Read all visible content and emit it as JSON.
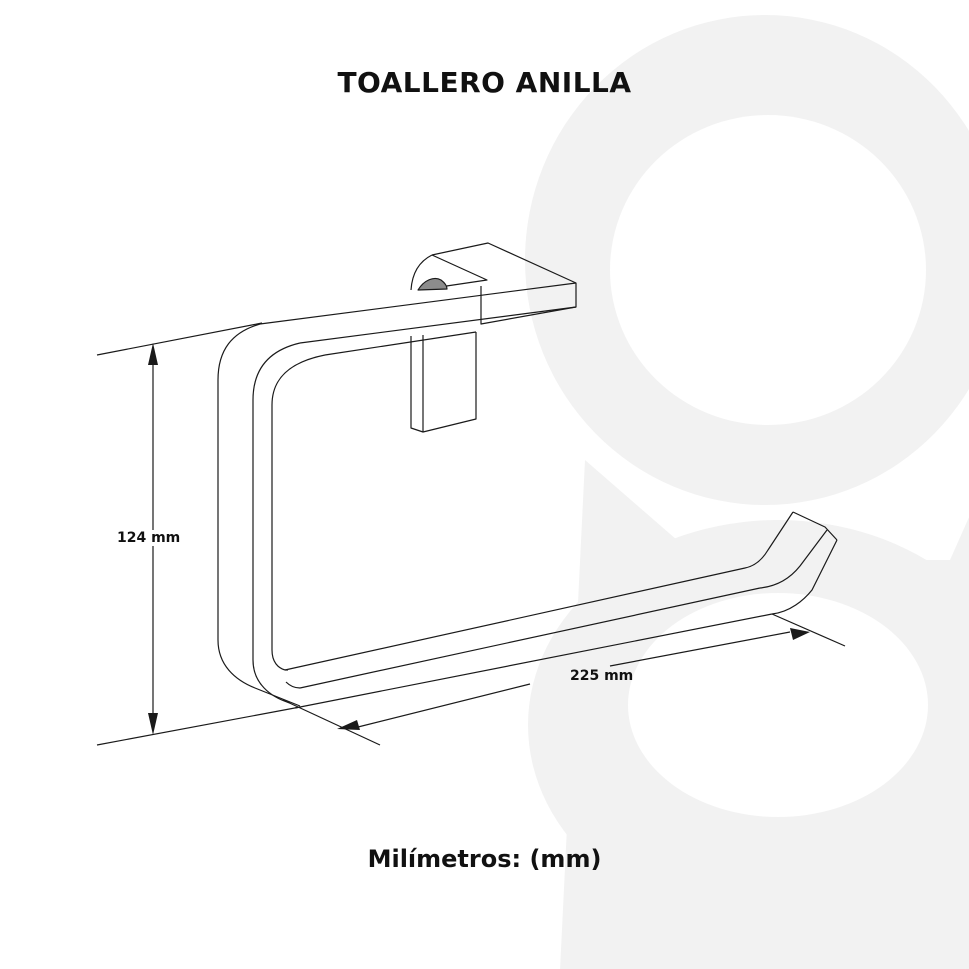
{
  "page": {
    "title": "TOALLERO ANILLA",
    "units_caption": "Milímetros: (mm)"
  },
  "dimensions": {
    "height": {
      "value": 124,
      "unit": "mm",
      "label": "124 mm"
    },
    "width": {
      "value": 225,
      "unit": "mm",
      "label": "225 mm"
    }
  },
  "drawing": {
    "subject": "ring towel holder (toallero anilla)",
    "view": "isometric line drawing",
    "line_color": "#1a1a1a",
    "screw_fill": "#8c8c8c"
  },
  "watermark": {
    "glyph": "8",
    "color": "#f2f2f2"
  },
  "colors": {
    "background": "#ffffff",
    "text": "#111111"
  }
}
